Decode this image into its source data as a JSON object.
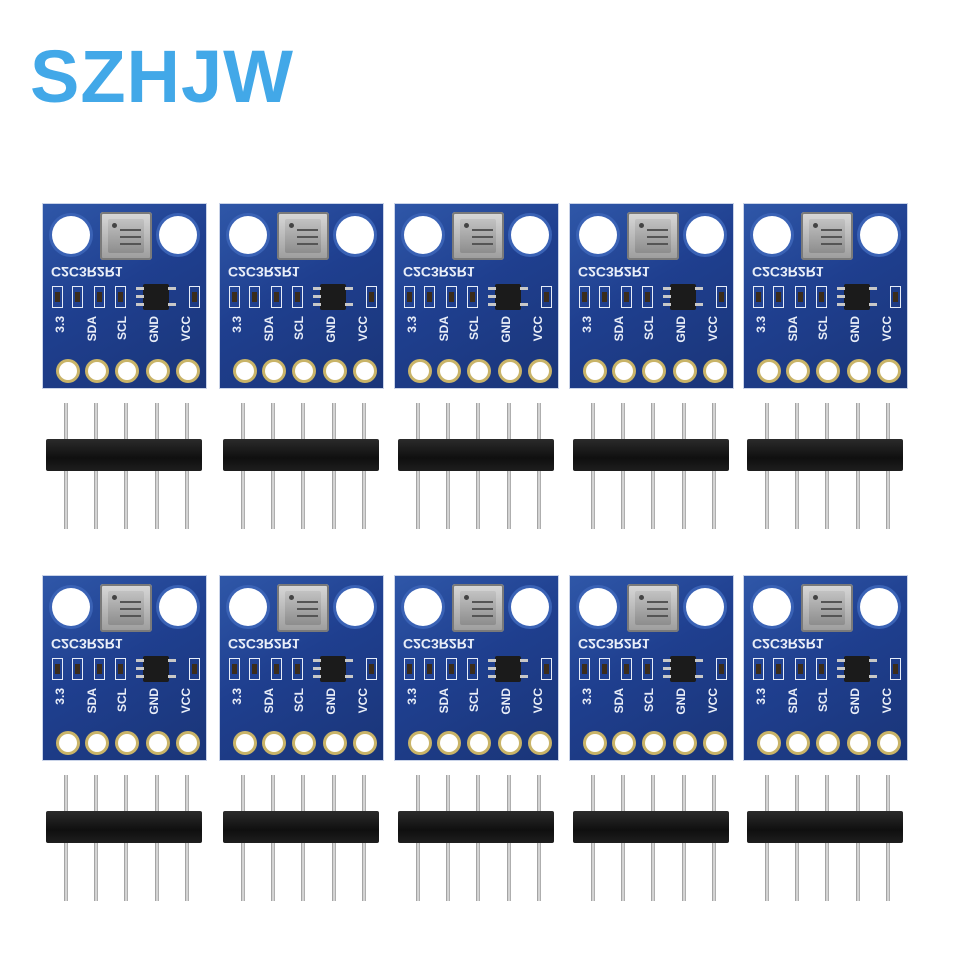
{
  "brand": {
    "text": "SZHJW",
    "color": "#42a8e8"
  },
  "module": {
    "model_text": "C2C3R2R1",
    "pin_labels": [
      "3.3",
      "SDA",
      "SCL",
      "GND",
      "VCC"
    ],
    "board_color": "#1f3f8f",
    "count": 10,
    "header_pins": 5
  }
}
